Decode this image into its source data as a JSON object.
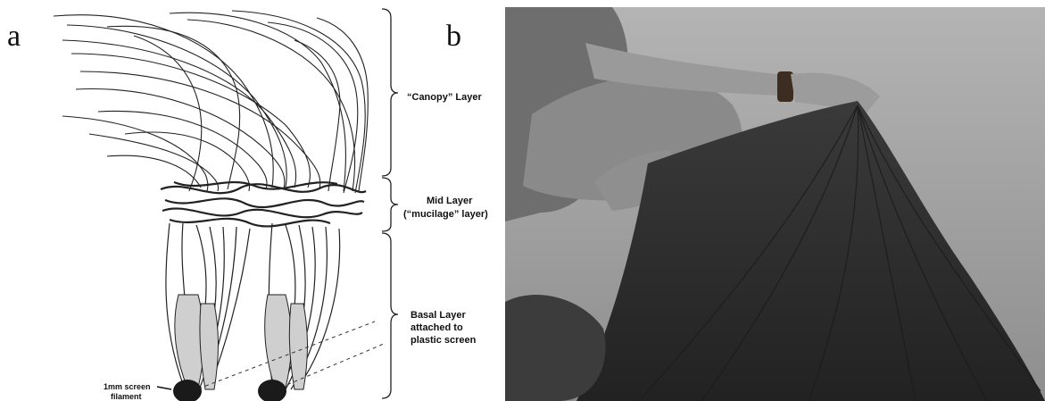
{
  "panels": {
    "a": {
      "label": "a"
    },
    "b": {
      "label": "b"
    }
  },
  "diagram": {
    "layers": {
      "canopy": {
        "label": "“Canopy” Layer"
      },
      "mid": {
        "line1": "Mid Layer",
        "line2": "(“mucilage” layer)"
      },
      "basal": {
        "line1": "Basal Layer",
        "line2": "attached to",
        "line3": "plastic screen"
      }
    },
    "screen_callout": {
      "line1": "1mm screen",
      "line2": "filament"
    }
  },
  "photo": {
    "subject": "hands-lifting-algal-turf-mat",
    "tones": {
      "sky": "#a9a9a9",
      "skin": "#8c8c8c",
      "mat": "#2b2b2b",
      "water": "#9c9c9c"
    }
  }
}
